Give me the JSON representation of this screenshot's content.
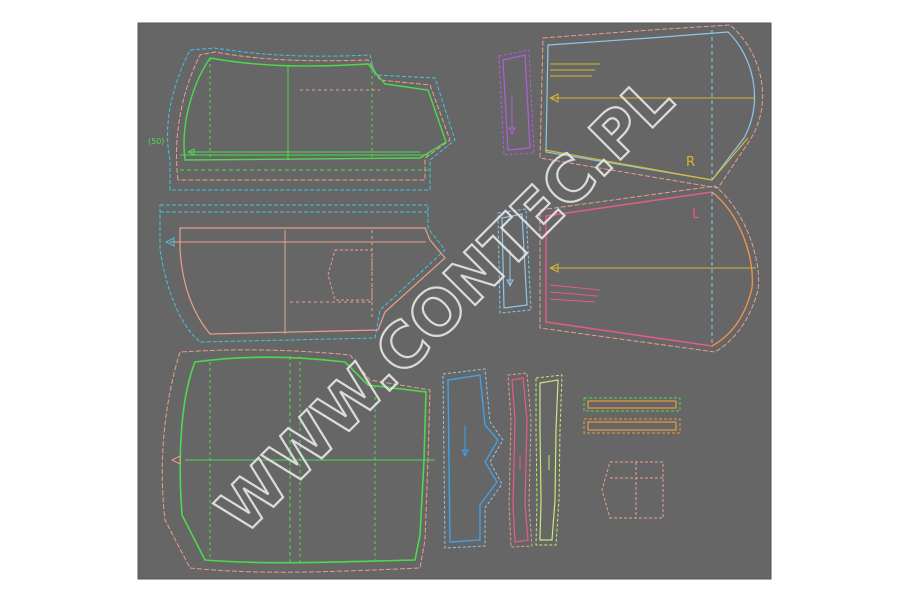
{
  "colors": {
    "page_bg": "#ffffff",
    "panel_bg": "#666666",
    "green": "#4dd94d",
    "cyan": "#3fc6e0",
    "salmon": "#e8a08c",
    "purple": "#b060d8",
    "yellow": "#d8b830",
    "pink": "#e85a8c",
    "orange": "#e89a40",
    "lightblue": "#8ec8e8",
    "lime": "#c8e87a",
    "blue": "#40a0e8",
    "watermark": "#e8e8e8"
  },
  "labels": {
    "seam_value": "(50)",
    "sleeve_right": "R",
    "sleeve_left": "L"
  },
  "watermark": {
    "text": "WWW.CONTEC.PL"
  }
}
